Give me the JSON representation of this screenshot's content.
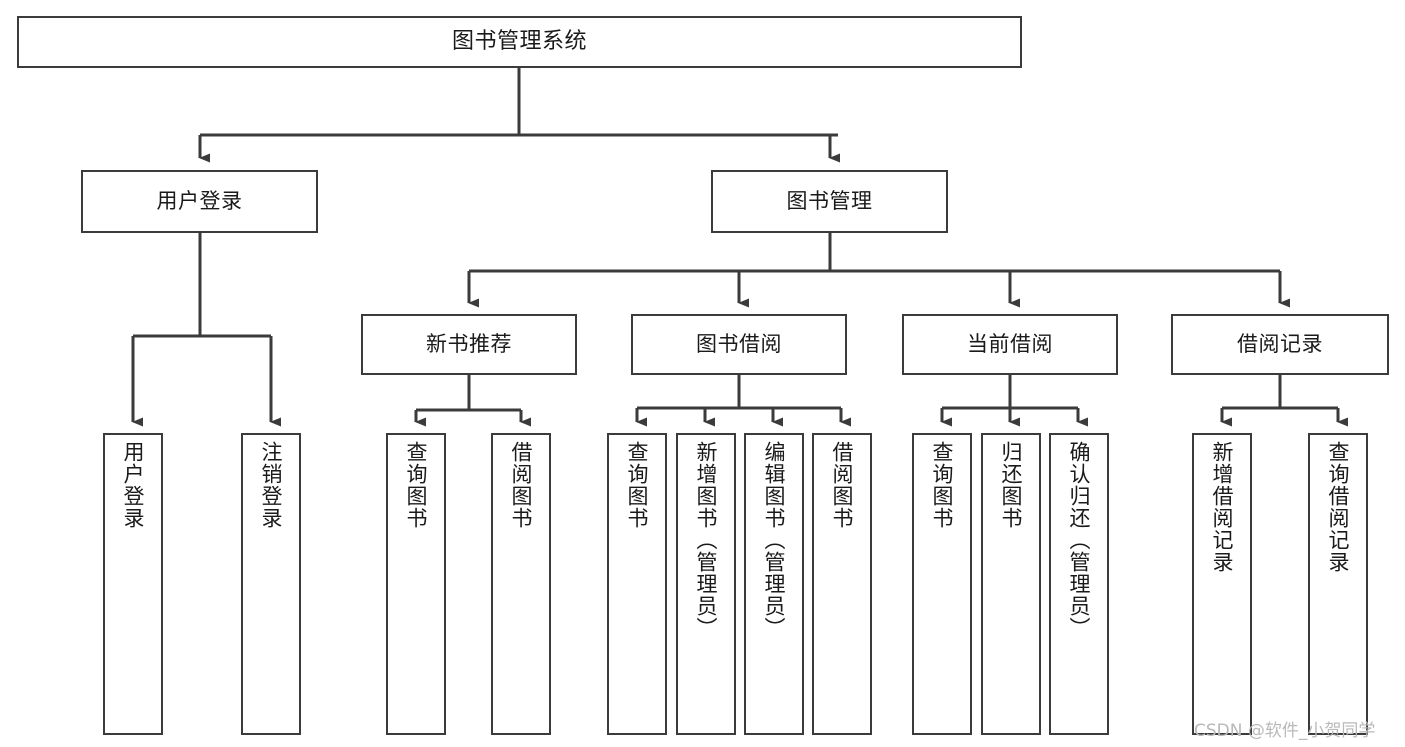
{
  "diagram": {
    "type": "tree-hierarchy",
    "title": "图书管理系统",
    "orientation": "top-down",
    "edge_style": "orthogonal-arrow",
    "colors": {
      "box_border": "#3b3b3b",
      "box_fill": "#ffffff",
      "text": "#1a1a1a",
      "connector": "#3b3b3b",
      "watermark": "#b9b9b9"
    }
  },
  "nodes": {
    "root": {
      "label": "图书管理系统",
      "level": 0
    },
    "level1": [
      {
        "id": "user-login",
        "label": "用户登录"
      },
      {
        "id": "book-management",
        "label": "图书管理"
      }
    ],
    "level2": [
      {
        "id": "new-book-recommend",
        "label": "新书推荐",
        "parent": "book-management"
      },
      {
        "id": "book-borrow",
        "label": "图书借阅",
        "parent": "book-management"
      },
      {
        "id": "current-borrow",
        "label": "当前借阅",
        "parent": "book-management"
      },
      {
        "id": "borrow-record",
        "label": "借阅记录",
        "parent": "book-management"
      }
    ],
    "leaves": {
      "user-login": [
        {
          "id": "leaf-user-login",
          "label": "用户登录"
        },
        {
          "id": "leaf-user-logout",
          "label": "注销登录"
        }
      ],
      "new-book-recommend": [
        {
          "id": "leaf-query-book-1",
          "label": "查询图书"
        },
        {
          "id": "leaf-borrow-book-1",
          "label": "借阅图书"
        }
      ],
      "book-borrow": [
        {
          "id": "leaf-query-book-2",
          "label": "查询图书"
        },
        {
          "id": "leaf-add-book",
          "label": "新增图书（管理员）"
        },
        {
          "id": "leaf-edit-book",
          "label": "编辑图书（管理员）"
        },
        {
          "id": "leaf-borrow-book-2",
          "label": "借阅图书"
        }
      ],
      "current-borrow": [
        {
          "id": "leaf-query-book-3",
          "label": "查询图书"
        },
        {
          "id": "leaf-return-book",
          "label": "归还图书"
        },
        {
          "id": "leaf-confirm-return",
          "label": "确认归还（管理员）"
        }
      ],
      "borrow-record": [
        {
          "id": "leaf-add-record",
          "label": "新增借阅记录"
        },
        {
          "id": "leaf-query-record",
          "label": "查询借阅记录"
        }
      ]
    }
  },
  "watermark": {
    "text": "CSDN @软件_小贺同学"
  }
}
